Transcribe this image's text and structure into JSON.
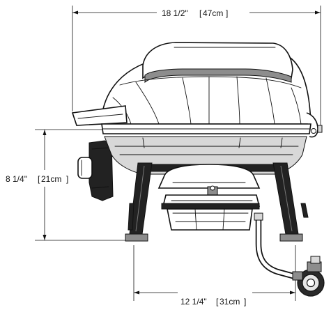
{
  "dimensions": {
    "width_top": {
      "value": "18 1/2\"",
      "metric": "47cm"
    },
    "height_left": {
      "value": "8 1/4\"",
      "metric": "21cm"
    },
    "width_bottom": {
      "value": "12 1/4\"",
      "metric": "31cm"
    }
  }
}
